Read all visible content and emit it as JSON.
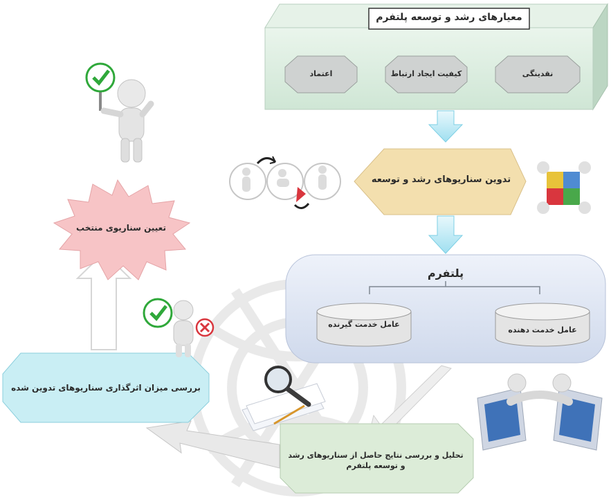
{
  "criteria": {
    "title": "معیارهای رشد و توسعه پلتفرم",
    "items": [
      "نقدینگی",
      "کیفیت ایجاد ارتباط",
      "اعتماد"
    ]
  },
  "scenario_development": "تدوین سناریوهای رشد و توسعه",
  "platform": {
    "title": "پلتفرم",
    "provider": "عامل خدمت دهنده",
    "consumer": "عامل خدمت گیرنده"
  },
  "analysis": "تحلیل و بررسی نتایج حاصل از سناریوهای رشد و توسعه پلتفرم",
  "impact_review": "بررسی میزان اثرگذاری سناریوهای تدوین شده",
  "select_scenario": "تعیین سناریوی منتخب",
  "colors": {
    "criteria_box": "#d8ecdd",
    "hexagon": "#f3dfae",
    "platform_box": "#dde5f2",
    "impact_box": "#c9eef4",
    "star": "#f7c4c6",
    "analysis_box": "#dcecd8",
    "arrow": "#bfe9f5",
    "check": "#2fa83a",
    "cross": "#d9363e"
  },
  "icons": [
    "check-icon",
    "cross-icon",
    "magnifier-icon",
    "handshake-icon",
    "puzzle-icon",
    "cycle-figures-icon"
  ]
}
